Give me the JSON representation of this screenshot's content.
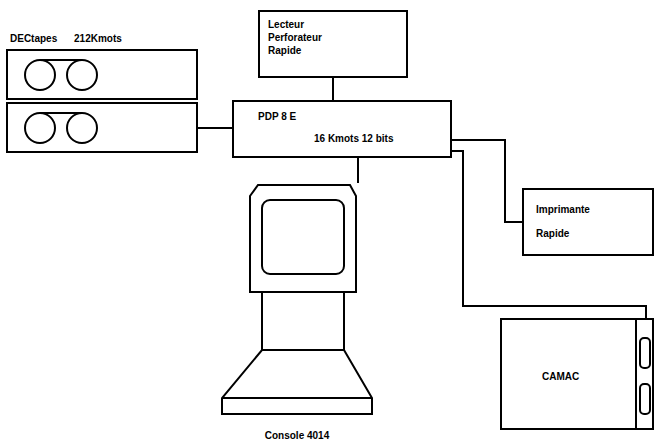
{
  "diagram": {
    "nodes": [
      {
        "text": [
          "Lecteur Perforateur Rapide"
        ]
      },
      {
        "text": [
          "DECtapes 212Kmots"
        ]
      },
      {
        "text": [
          "PDP 8 E",
          "16 Kmots 12 bits"
        ]
      },
      {
        "text": [
          "Imprimante Rapide"
        ]
      },
      {
        "text": [
          "Console 4014"
        ]
      },
      {
        "text": [
          "CAMAC"
        ]
      }
    ],
    "edges": [
      {
        "from": 2,
        "to": 0,
        "arrow": "none"
      },
      {
        "from": 1,
        "to": 2,
        "arrow": "none"
      },
      {
        "from": 2,
        "to": 4,
        "arrow": "none"
      },
      {
        "from": 2,
        "to": 3,
        "arrow": "none"
      },
      {
        "from": 2,
        "to": 5,
        "arrow": "none"
      }
    ]
  }
}
